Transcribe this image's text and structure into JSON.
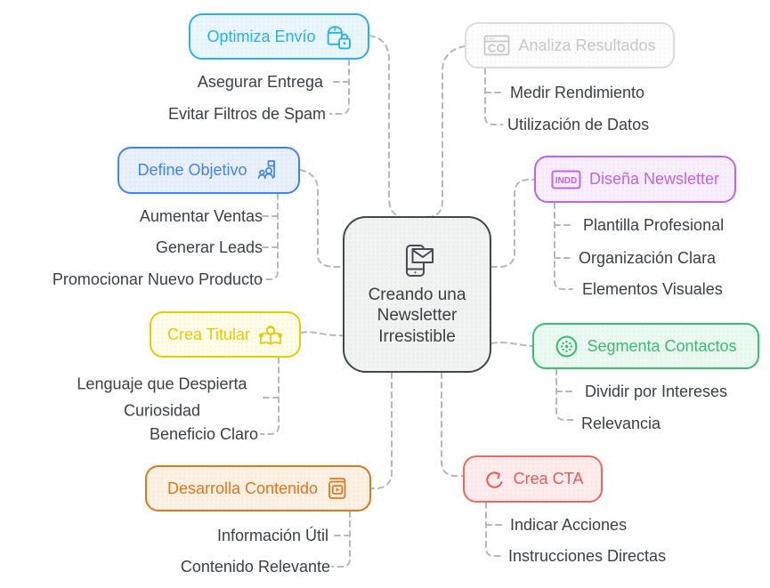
{
  "center": {
    "label": "Creando una Newsletter Irresistible",
    "icon": "phone-mail-icon",
    "color": "#3c4043",
    "border": "#42474e",
    "fill": "#f1f2f2"
  },
  "palette": {
    "connector_line": "#b4b8bc",
    "subtopic_text": "#3a4046"
  },
  "branches": [
    {
      "label": "Optimiza Envío",
      "icon": "secure-package-icon",
      "color": "#29b1ea",
      "border": "#29b1ea",
      "fill": "#e9f7fd",
      "children": [
        "Asegurar Entrega",
        "Evitar Filtros de Spam"
      ]
    },
    {
      "label": "Analiza Resultados",
      "icon": "browser-report-icon",
      "color": "#c7c7c7",
      "border": "#dcdcdc",
      "fill": "#fdfdfd",
      "children": [
        "Medir Rendimiento",
        "Utilización de Datos"
      ]
    },
    {
      "label": "Define Objetivo",
      "icon": "goal-team-icon",
      "color": "#4183f0",
      "border": "#4183f0",
      "fill": "#e8f0fd",
      "children": [
        "Aumentar Ventas",
        "Generar Leads",
        "Promocionar Nuevo Producto"
      ]
    },
    {
      "label": "Diseña Newsletter",
      "icon": "indd-file-icon",
      "icon_text": "INDD",
      "color": "#c264e8",
      "border": "#c264e8",
      "fill": "#f9eefd",
      "children": [
        "Plantilla Profesional",
        "Organización Clara",
        "Elementos Visuales"
      ]
    },
    {
      "label": "Crea Titular",
      "icon": "reading-book-icon",
      "color": "#e2cd04",
      "border": "#e2cd04",
      "fill": "#fffde7",
      "children": [
        "Lenguaje que Despierta Curiosidad",
        "Beneficio Claro"
      ]
    },
    {
      "label": "Segmenta Contactos",
      "icon": "dot-cluster-icon",
      "color": "#38bd72",
      "border": "#38bd72",
      "fill": "#eafaf1",
      "children": [
        "Dividir por Intereses",
        "Relevancia"
      ]
    },
    {
      "label": "Desarrolla Contenido",
      "icon": "video-book-icon",
      "color": "#e2771d",
      "border": "#e2771d",
      "fill": "#fdf1e4",
      "children": [
        "Información Útil",
        "Contenido Relevante"
      ]
    },
    {
      "label": "Crea CTA",
      "icon": "curved-arrow-icon",
      "color": "#ec5a55",
      "border": "#ee6764",
      "fill": "#fdeceb",
      "children": [
        "Indicar Acciones",
        "Instrucciones Directas"
      ]
    }
  ]
}
